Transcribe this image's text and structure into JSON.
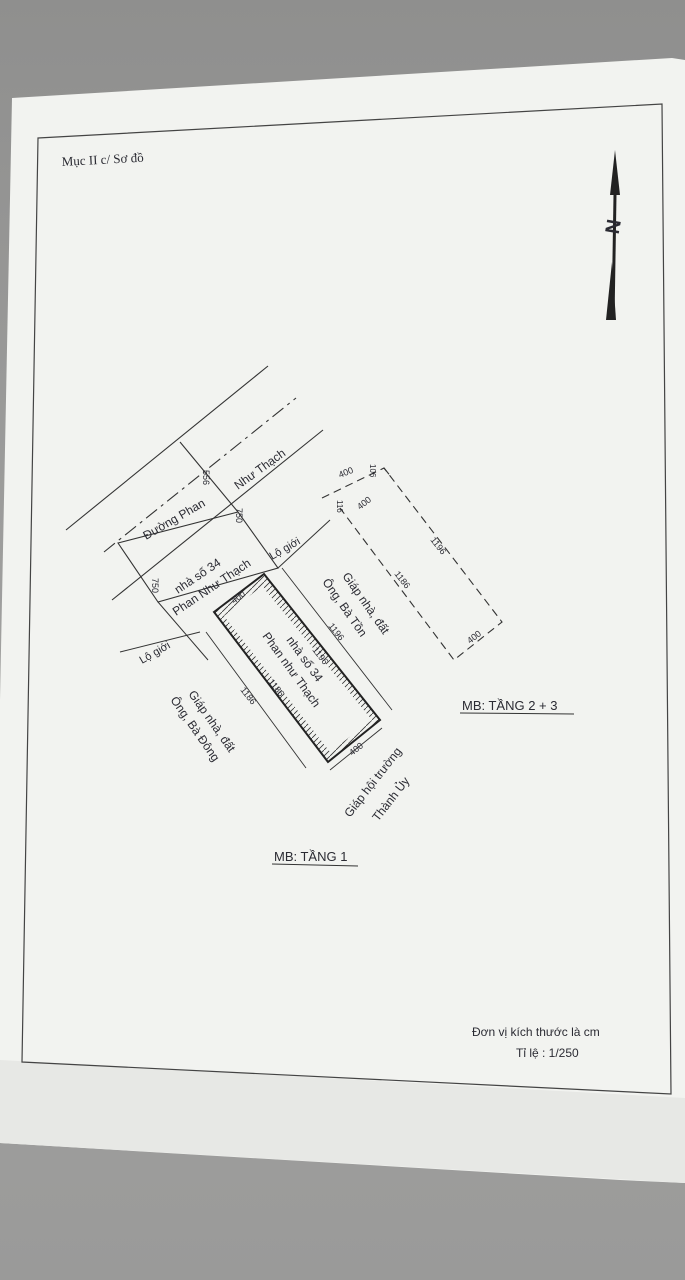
{
  "header": {
    "section_label": "Mục II c/ Sơ đồ"
  },
  "compass": {
    "north_letter": "N"
  },
  "road": {
    "name_part1": "Đường Phan",
    "name_part2": "Như Thạch"
  },
  "dimensions": {
    "d556": "556",
    "d750a": "750",
    "d750b": "750",
    "d400a": "400",
    "d1196a": "1196",
    "d1186a": "1186",
    "d400b": "400",
    "d400c": "400",
    "d106": "106",
    "d116": "116",
    "d400d": "400",
    "d1196b": "1196",
    "d1186b": "1186",
    "d400e": "400"
  },
  "labels": {
    "lot_boundary_1": "Lộ giới",
    "lot_boundary_2": "Lộ giới",
    "house_front_1": "nhà số 34",
    "house_front_2": "Phan Như Thạch",
    "house_main_1": "nhà số 34",
    "house_main_2": "Phan như Thạch",
    "neighbor_left_1": "Giáp nhà, đất",
    "neighbor_left_2": "Ông, Bà Đông",
    "neighbor_right_1": "Giáp nhà, đất",
    "neighbor_right_2": "Ông, Bà Tồn",
    "rear_1": "Giáp hội trường",
    "rear_2": "Thành Ủy"
  },
  "floor_plans": {
    "floor_1": "MB: TẦNG 1",
    "floor_2_3": "MB: TẦNG 2 + 3"
  },
  "footer": {
    "unit_note": "Đơn vị kích thước là cm",
    "scale": "Tỉ lệ : 1/250"
  }
}
